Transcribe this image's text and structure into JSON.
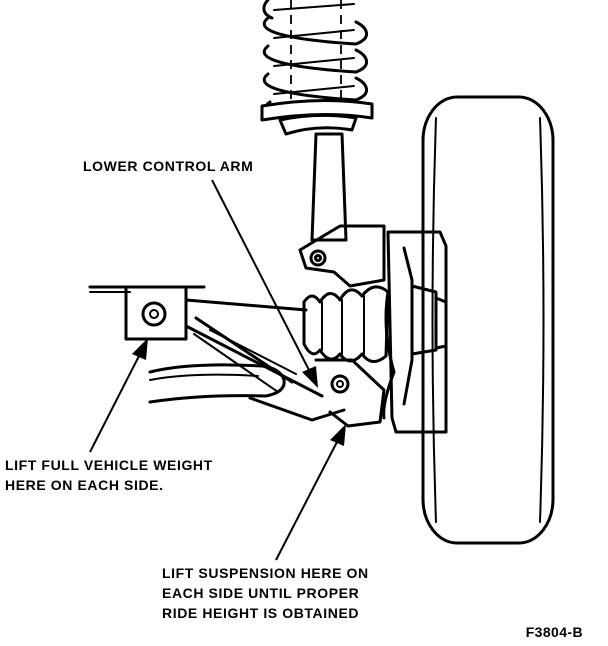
{
  "labels": {
    "lower_control_arm": "LOWER CONTROL ARM",
    "lift_full_line1": "LIFT FULL VEHICLE WEIGHT",
    "lift_full_line2": "HERE ON EACH SIDE.",
    "lift_susp_line1": "LIFT SUSPENSION HERE ON",
    "lift_susp_line2": "EACH SIDE UNTIL PROPER",
    "lift_susp_line3": "RIDE HEIGHT IS OBTAINED"
  },
  "figure_code": "F3804-B"
}
